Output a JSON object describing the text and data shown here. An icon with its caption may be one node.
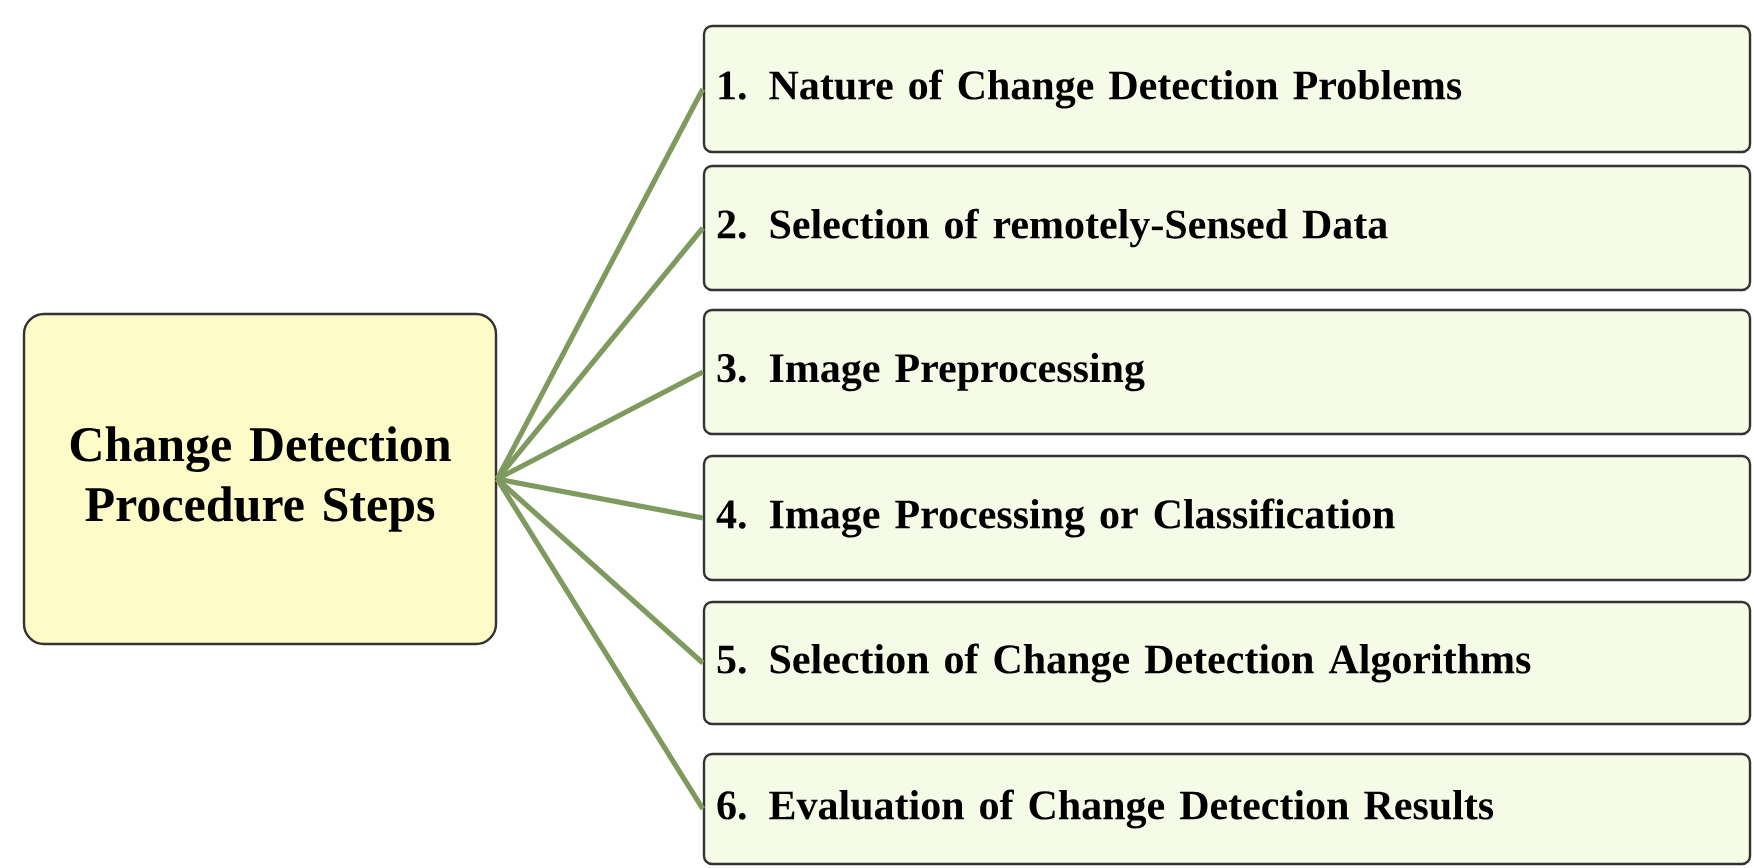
{
  "diagram": {
    "nodes": [
      {
        "text": [
          "Change Detection Procedure Steps"
        ]
      },
      {
        "text": [
          "1. Nature of Change Detection Problems"
        ]
      },
      {
        "text": [
          "2. Selection of remotely-Sensed Data"
        ]
      },
      {
        "text": [
          "3.  Image Preprocessing"
        ]
      },
      {
        "text": [
          "4. Image Processing  or Classification"
        ]
      },
      {
        "text": [
          "5.  Selection of Change Detection Algorithms"
        ]
      },
      {
        "text": [
          "6. Evaluation of Change Detection Results"
        ]
      }
    ],
    "edges": [
      {
        "from": 0,
        "to": 1,
        "arrow": "none"
      },
      {
        "from": 0,
        "to": 2,
        "arrow": "none"
      },
      {
        "from": 0,
        "to": 3,
        "arrow": "none"
      },
      {
        "from": 0,
        "to": 4,
        "arrow": "none"
      },
      {
        "from": 0,
        "to": 5,
        "arrow": "none"
      },
      {
        "from": 0,
        "to": 6,
        "arrow": "none"
      }
    ]
  }
}
